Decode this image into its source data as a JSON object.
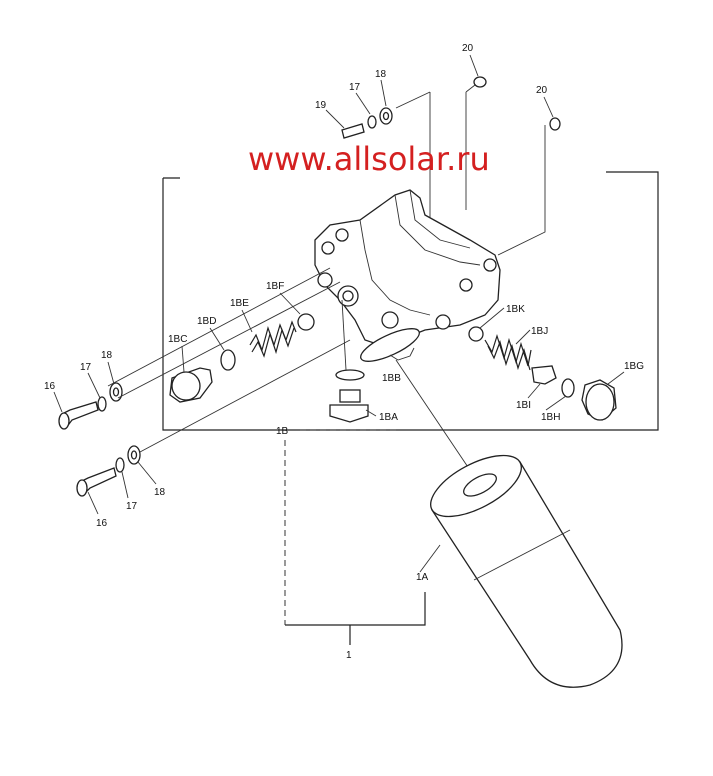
{
  "watermark": "www.allsolar.ru",
  "labels": {
    "l1": "1",
    "l1A": "1A",
    "l1B": "1B",
    "l1BA": "1BA",
    "l1BB": "1BB",
    "l1BC": "1BC",
    "l1BD": "1BD",
    "l1BE": "1BE",
    "l1BF": "1BF",
    "l1BG": "1BG",
    "l1BH": "1BH",
    "l1BI": "1BI",
    "l1BJ": "1BJ",
    "l1BK": "1BK",
    "l16a": "16",
    "l16b": "16",
    "l17a": "17",
    "l17b": "17",
    "l17c": "17",
    "l18a": "18",
    "l18b": "18",
    "l18c": "18",
    "l19": "19",
    "l20a": "20",
    "l20b": "20"
  },
  "colors": {
    "watermark": "#d42020",
    "line": "#222222"
  }
}
